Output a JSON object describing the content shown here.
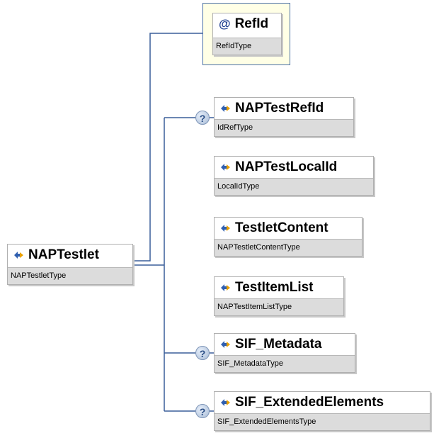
{
  "root": {
    "name": "NAPTestlet",
    "type": "NAPTestletType"
  },
  "attribute": {
    "prefix": "@",
    "name": "RefId",
    "type": "RefIdType"
  },
  "elements": [
    {
      "name": "NAPTestRefId",
      "type": "IdRefType",
      "optional": true,
      "badge": "?"
    },
    {
      "name": "NAPTestLocalId",
      "type": "LocalIdType",
      "optional": false
    },
    {
      "name": "TestletContent",
      "type": "NAPTestletContentType",
      "optional": false
    },
    {
      "name": "TestItemList",
      "type": "NAPTestItemListType",
      "optional": false
    },
    {
      "name": "SIF_Metadata",
      "type": "SIF_MetadataType",
      "optional": true,
      "badge": "?"
    },
    {
      "name": "SIF_ExtendedElements",
      "type": "SIF_ExtendedElementsType",
      "optional": true,
      "badge": "?"
    }
  ]
}
